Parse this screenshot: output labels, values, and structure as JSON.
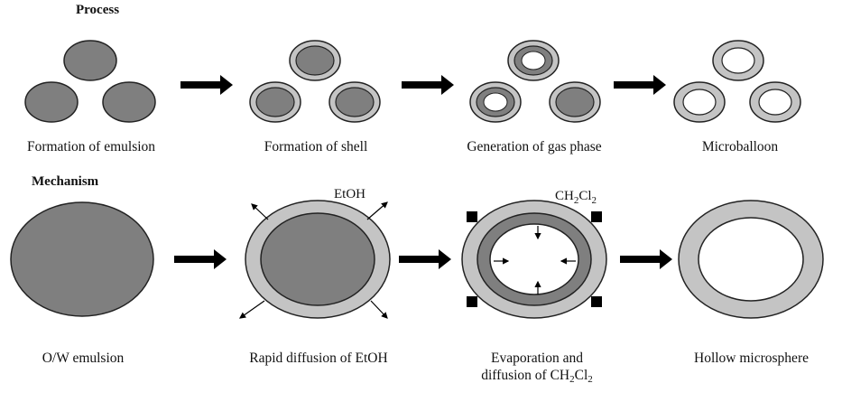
{
  "process": {
    "heading": "Process",
    "steps": [
      "Formation of emulsion",
      "Formation of shell",
      "Generation of gas phase",
      "Microballoon"
    ]
  },
  "mechanism": {
    "heading": "Mechanism",
    "labels": {
      "etoh": "EtOH",
      "ch2cl2_main": "CH",
      "ch2cl2_sub1": "2",
      "ch2cl2_cl": "Cl",
      "ch2cl2_sub2": "2"
    },
    "steps": {
      "step1": "O/W emulsion",
      "step2": "Rapid diffusion of EtOH",
      "step3_line1": "Evaporation and",
      "step3_line2_prefix": "diffusion of CH",
      "step3_sub1": "2",
      "step3_cl": "Cl",
      "step3_sub2": "2",
      "step4": "Hollow microsphere"
    }
  },
  "colors": {
    "core": "#7f7f7f",
    "shell": "#c4c4c4",
    "outline": "#222222",
    "arrow": "#000000"
  }
}
